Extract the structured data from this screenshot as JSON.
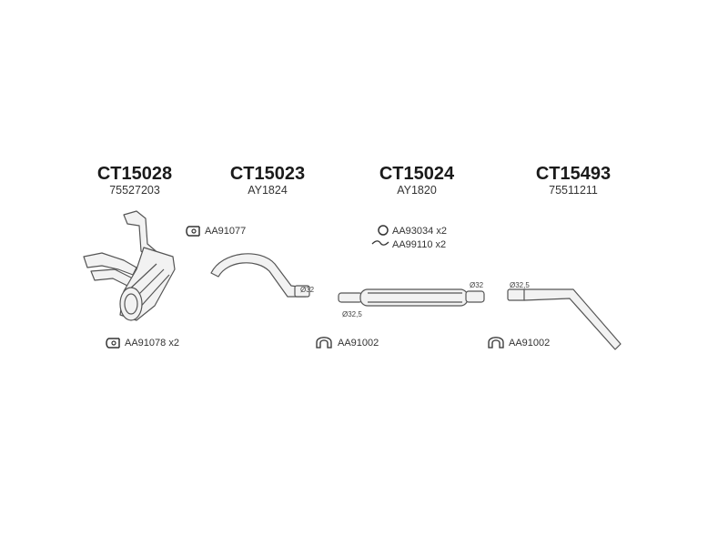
{
  "columns": [
    {
      "code": "CT15028",
      "ref": "75527203"
    },
    {
      "code": "CT15023",
      "ref": "AY1824"
    },
    {
      "code": "CT15024",
      "ref": "AY1820"
    },
    {
      "code": "CT15493",
      "ref": "75511211"
    }
  ],
  "accessories": {
    "clamp_1": "AA91077",
    "clamp_2": "AA91078 x2",
    "ring": "AA93034 x2",
    "hanger": "AA99110 x2",
    "gasket_1": "AA91002",
    "gasket_2": "AA91002"
  },
  "diameters": {
    "pipe_ct15023": "Ø32",
    "muffler_out": "Ø32",
    "muffler_in": "Ø32,5",
    "pipe_ct15493": "Ø32,5"
  },
  "icons": [
    "clamp-icon",
    "ring-icon",
    "hanger-icon",
    "gasket-icon"
  ]
}
